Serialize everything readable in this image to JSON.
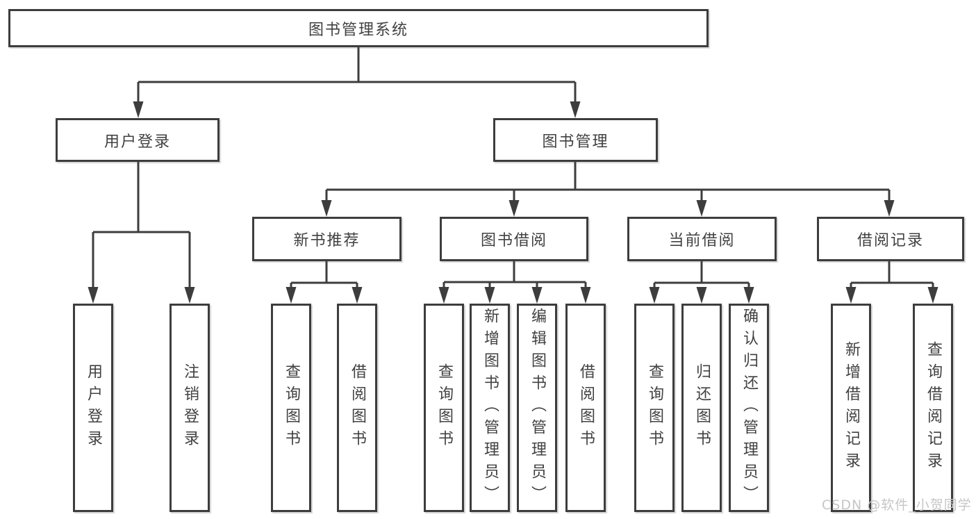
{
  "colors": {
    "line": "#3d3d3d",
    "box_border": "#3d3d3d",
    "text": "#414141",
    "watermark": "#c6c6c6",
    "background": "#ffffff"
  },
  "tree": {
    "label": "图书管理系统",
    "children": [
      {
        "label": "用户登录",
        "children": [
          {
            "label": "用户登录"
          },
          {
            "label": "注销登录"
          }
        ]
      },
      {
        "label": "图书管理",
        "children": [
          {
            "label": "新书推荐",
            "children": [
              {
                "label": "查询图书"
              },
              {
                "label": "借阅图书"
              }
            ]
          },
          {
            "label": "图书借阅",
            "children": [
              {
                "label": "查询图书"
              },
              {
                "label": "新增图书（管理员）"
              },
              {
                "label": "编辑图书（管理员）"
              },
              {
                "label": "借阅图书"
              }
            ]
          },
          {
            "label": "当前借阅",
            "children": [
              {
                "label": "查询图书"
              },
              {
                "label": "归还图书"
              },
              {
                "label": "确认归还（管理员）"
              }
            ]
          },
          {
            "label": "借阅记录",
            "children": [
              {
                "label": "新增借阅记录"
              },
              {
                "label": "查询借阅记录"
              }
            ]
          }
        ]
      }
    ]
  },
  "watermark": {
    "text": "CSDN @软件_小贺同学"
  }
}
